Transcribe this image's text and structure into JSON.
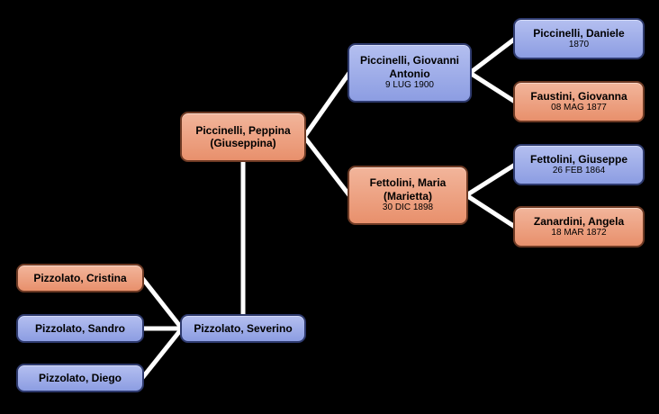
{
  "canvas": {
    "background": "#000000",
    "connector_color": "#ffffff"
  },
  "colors": {
    "male_fill_top": "#b4bff0",
    "male_fill_bottom": "#8c9de2",
    "male_border": "#2e3a6e",
    "female_fill_top": "#f2b59b",
    "female_fill_bottom": "#e8906c",
    "female_border": "#6e3a24"
  },
  "nodes": {
    "peppina": {
      "name": "Piccinelli, Peppina",
      "name2": "(Giuseppina)",
      "date": ""
    },
    "giovanni": {
      "name": "Piccinelli, Giovanni",
      "name2": "Antonio",
      "date": "9 LUG 1900"
    },
    "daniele": {
      "name": "Piccinelli, Daniele",
      "name2": "",
      "date": "1870"
    },
    "faustini": {
      "name": "Faustini, Giovanna",
      "name2": "",
      "date": "08 MAG 1877"
    },
    "maria": {
      "name": "Fettolini, Maria",
      "name2": "(Marietta)",
      "date": "30 DIC 1898"
    },
    "giuseppe": {
      "name": "Fettolini, Giuseppe",
      "name2": "",
      "date": "26 FEB 1864"
    },
    "zanardini": {
      "name": "Zanardini, Angela",
      "name2": "",
      "date": "18 MAR 1872"
    },
    "cristina": {
      "name": "Pizzolato, Cristina",
      "name2": "",
      "date": ""
    },
    "sandro": {
      "name": "Pizzolato, Sandro",
      "name2": "",
      "date": ""
    },
    "severino": {
      "name": "Pizzolato, Severino",
      "name2": "",
      "date": ""
    },
    "diego": {
      "name": "Pizzolato, Diego",
      "name2": "",
      "date": ""
    }
  }
}
